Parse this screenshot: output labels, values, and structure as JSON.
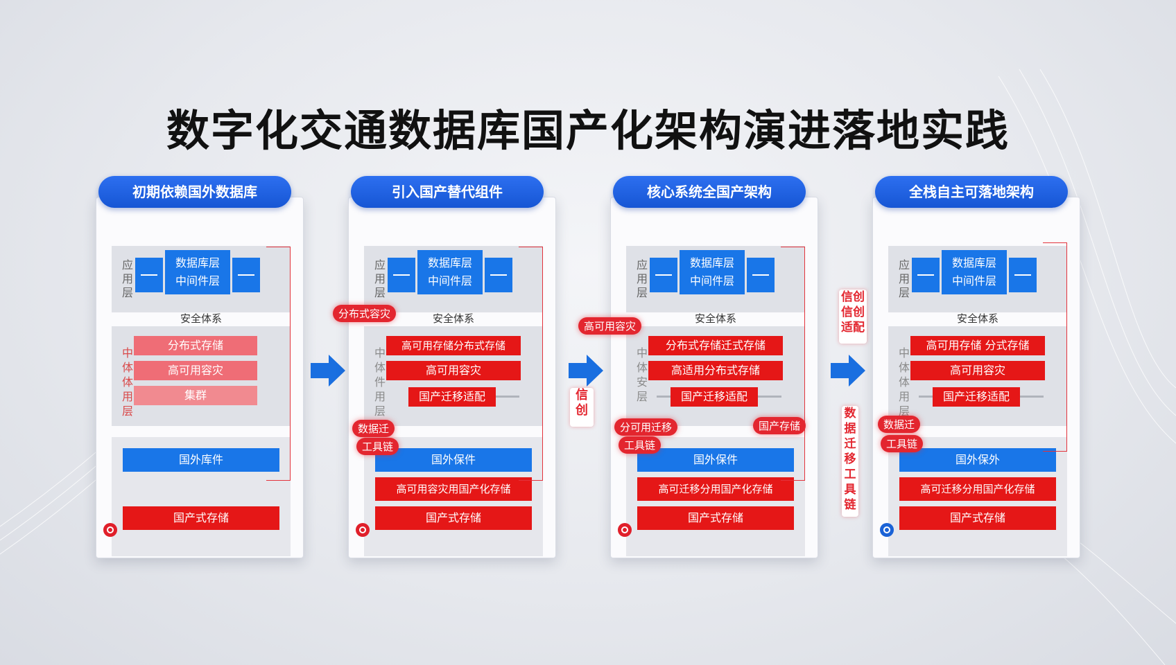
{
  "title": "数字化交通数据库国产化架构演进落地实践",
  "colors": {
    "blue": "#1976e8",
    "red": "#e51717",
    "header_blue": "#1656d4"
  },
  "stages": [
    {
      "header": "初期依赖国外数据库",
      "app_label": "应用层",
      "db_line1": "数据库层",
      "db_line2": "中间件层",
      "security": "安全体系",
      "side_label": "中体体用层",
      "mid": [
        "分布式存储",
        "高可用容灾",
        "集群"
      ],
      "bottom": [
        "国外库件",
        "国产式存储"
      ]
    },
    {
      "header": "引入国产替代组件",
      "app_label": "应用层",
      "db_line1": "数据库层",
      "db_line2": "中间件层",
      "security": "安全体系",
      "side_label": "中体件用层",
      "tag": "分布式容灾",
      "mid": [
        "高可用存储分布式存储",
        "高可用容灾",
        "国产迁移适配"
      ],
      "tag_bottom": [
        "数据迁",
        "工具链"
      ],
      "bottom": [
        "国外保件",
        "高可用容灾用国产化存储",
        "国产式存储"
      ]
    },
    {
      "header": "核心系统全国产架构",
      "app_label": "应用层",
      "db_line1": "数据库层",
      "db_line2": "中间件层",
      "security": "安全体系",
      "side_label": "中体安层",
      "tag": "高可用容灾",
      "mid": [
        "分布式存储迁式存储",
        "高适用分布式存储",
        "国产迁移适配"
      ],
      "tag_bottom": [
        "分可用迁移",
        "工具链"
      ],
      "tag_right": "国产存储",
      "bottom": [
        "国外保件",
        "高可迁移分用国产化存储",
        "国产式存储"
      ]
    },
    {
      "header": "全栈自主可落地架构",
      "app_label": "应用层",
      "db_line1": "数据库层",
      "db_line2": "中间件层",
      "security": "安全体系",
      "side_label": "中体体用层",
      "mid": [
        "高可用存储 分式存储",
        "高可用容灾",
        "国产迁移适配"
      ],
      "tag_bottom": [
        "数据迁",
        "工具链"
      ],
      "bottom": [
        "国外保外",
        "高可迁移分用国产化存储",
        "国产式存储"
      ]
    }
  ],
  "between_labels": {
    "label_1": "信创",
    "label_2a": "信创",
    "label_2b": "信创",
    "label_2c": "适配",
    "label_2_vertical": "数据迁移工具链"
  }
}
